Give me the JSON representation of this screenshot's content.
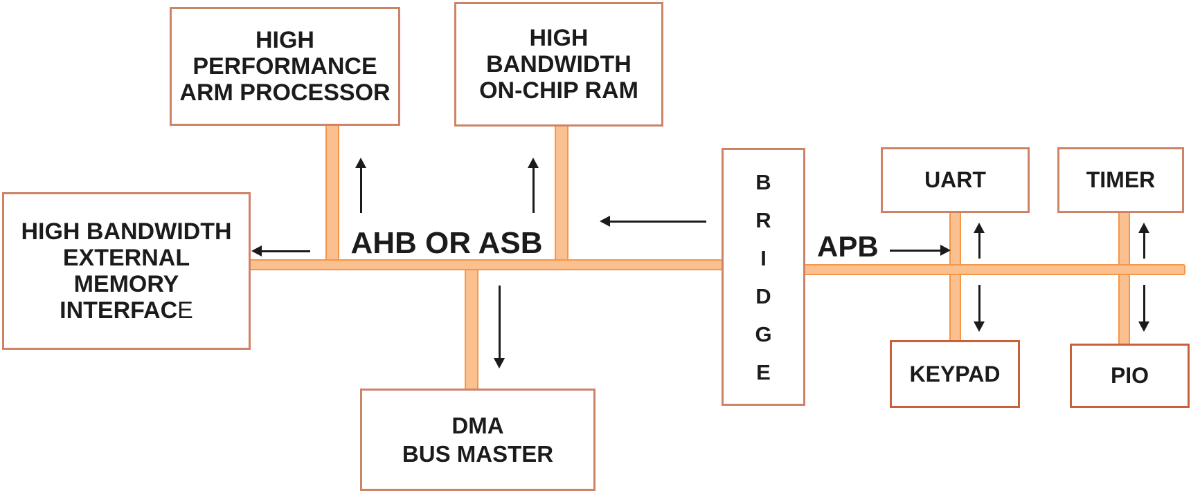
{
  "colors": {
    "bus_fill": "#FAC090",
    "bus_border": "#F79646",
    "box_border": "#CE8266",
    "box_border_dark": "#C9603C",
    "text": "#1B1B1B",
    "arrow": "#1B1B1B",
    "background": "#FFFFFF"
  },
  "nodes": {
    "arm": {
      "label": "HIGH\nPERFORMANCE\nARM PROCESSOR"
    },
    "ram": {
      "label": "HIGH\nBANDWIDTH\nON-CHIP RAM"
    },
    "mem": {
      "label": "HIGH BANDWIDTH\nEXTERNAL\nMEMORY\nINTERFAC",
      "suffix": "E"
    },
    "bridge": {
      "label": "B\nR\nI\nD\nG\nE"
    },
    "uart": {
      "label": "UART"
    },
    "timer": {
      "label": "TIMER"
    },
    "keypad": {
      "label": "KEYPAD"
    },
    "pio": {
      "label": "PIO"
    },
    "dma": {
      "label": "DMA\nBUS MASTER"
    }
  },
  "bus_labels": {
    "ahb": "AHB OR ASB",
    "apb": "APB"
  }
}
